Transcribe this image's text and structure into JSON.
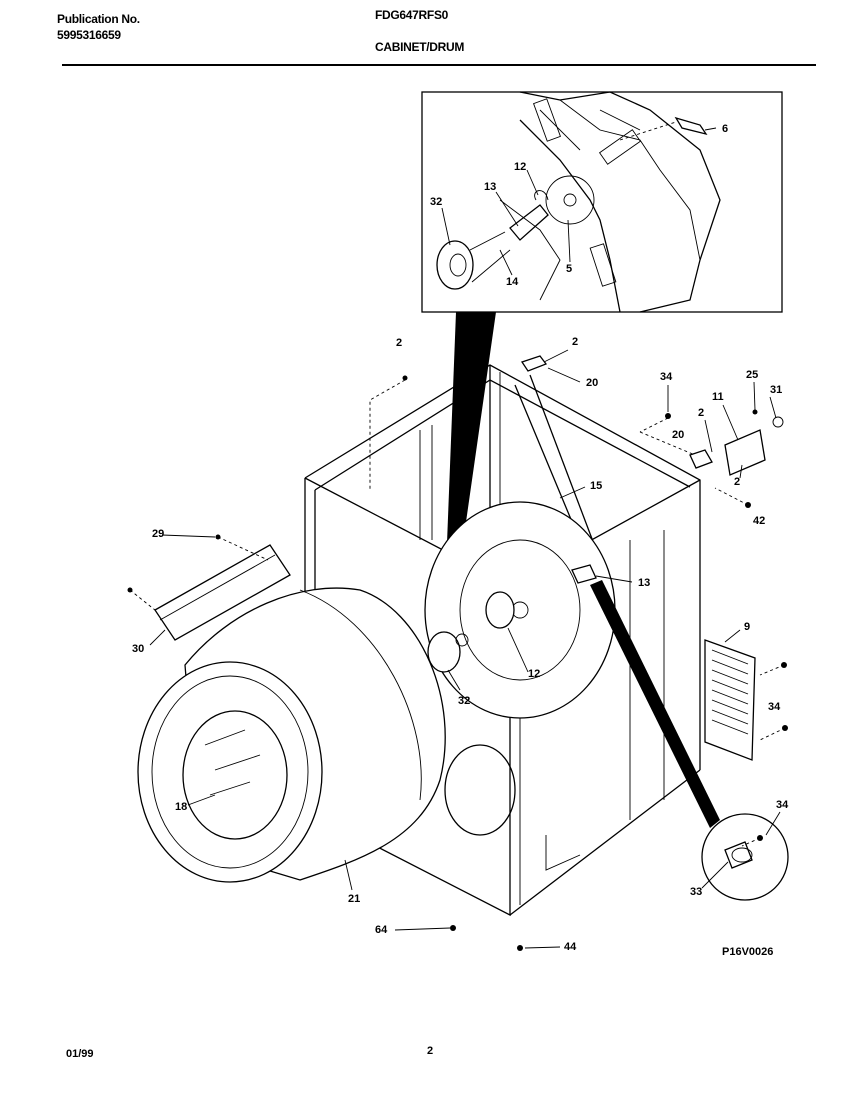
{
  "header": {
    "publication_label": "Publication No.",
    "publication_number": "5995316659",
    "model": "FDG647RFS0",
    "section": "CABINET/DRUM"
  },
  "footer": {
    "date": "01/99",
    "page": "2",
    "diagram_code": "P16V0026"
  },
  "callouts": {
    "c2a": "2",
    "c2b": "2",
    "c2c": "2",
    "c2d": "2",
    "c5": "5",
    "c6": "6",
    "c9": "9",
    "c11": "11",
    "c12a": "12",
    "c12b": "12",
    "c13a": "13",
    "c13b": "13",
    "c14": "14",
    "c15": "15",
    "c18": "18",
    "c20a": "20",
    "c20b": "20",
    "c21": "21",
    "c25": "25",
    "c29": "29",
    "c30": "30",
    "c31": "31",
    "c32a": "32",
    "c32b": "32",
    "c33": "33",
    "c34a": "34",
    "c34b": "34",
    "c34c": "34",
    "c42": "42",
    "c44": "44",
    "c64": "64"
  }
}
